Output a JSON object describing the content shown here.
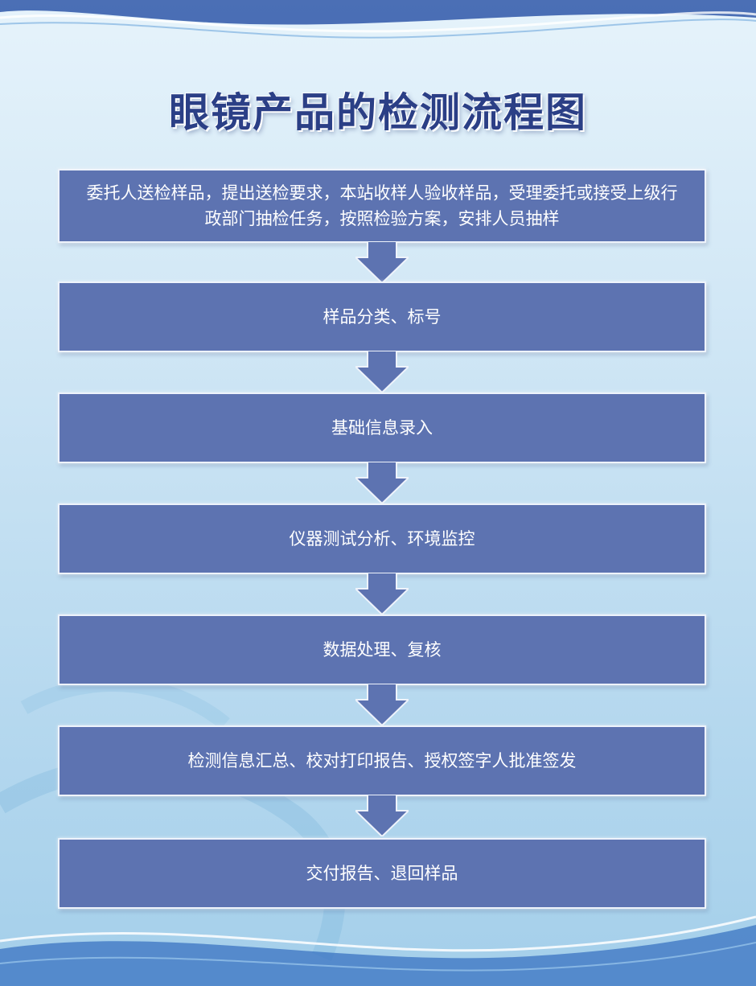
{
  "title": "眼镜产品的检测流程图",
  "steps": [
    {
      "text": "委托人送检样品，提出送检要求，本站收样人验收样品，受理委托或接受上级行政部门抽检任务，按照检验方案，安排人员抽样"
    },
    {
      "text": "样品分类、标号"
    },
    {
      "text": "基础信息录入"
    },
    {
      "text": "仪器测试分析、环境监控"
    },
    {
      "text": "数据处理、复核"
    },
    {
      "text": "检测信息汇总、校对打印报告、授权签字人批准签发"
    },
    {
      "text": "交付报告、退回样品"
    }
  ],
  "colors": {
    "box": "#5d73b1",
    "box_border": "#eef3fb",
    "title": "#2b3f86",
    "background": "#cfe6f5"
  }
}
